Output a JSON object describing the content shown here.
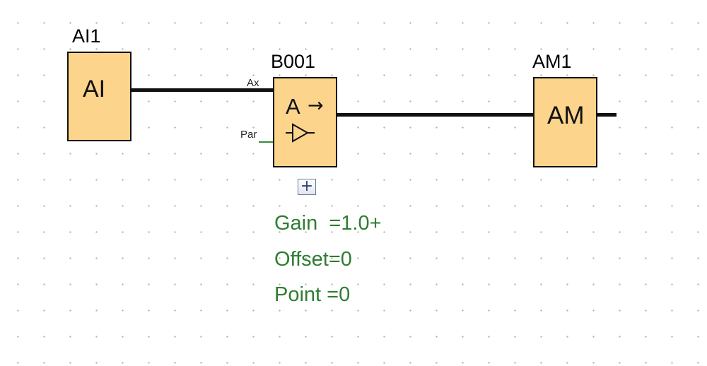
{
  "blocks": {
    "ai1": {
      "name": "AI1",
      "symbol": "AI"
    },
    "b001": {
      "name": "B001",
      "symbol_top": "A",
      "arrow": "→",
      "pins": {
        "ax": "Ax",
        "par": "Par"
      }
    },
    "am1": {
      "name": "AM1",
      "symbol": "AM"
    }
  },
  "parameters": {
    "expand_label": "+",
    "gain": "Gain  =1.0+",
    "offset": "Offset=0",
    "point": "Point =0"
  },
  "colors": {
    "block_fill": "#fcd48c",
    "parameter_text": "#2f7d32",
    "wire": "#111111",
    "par_wire": "#3a8a3a"
  }
}
